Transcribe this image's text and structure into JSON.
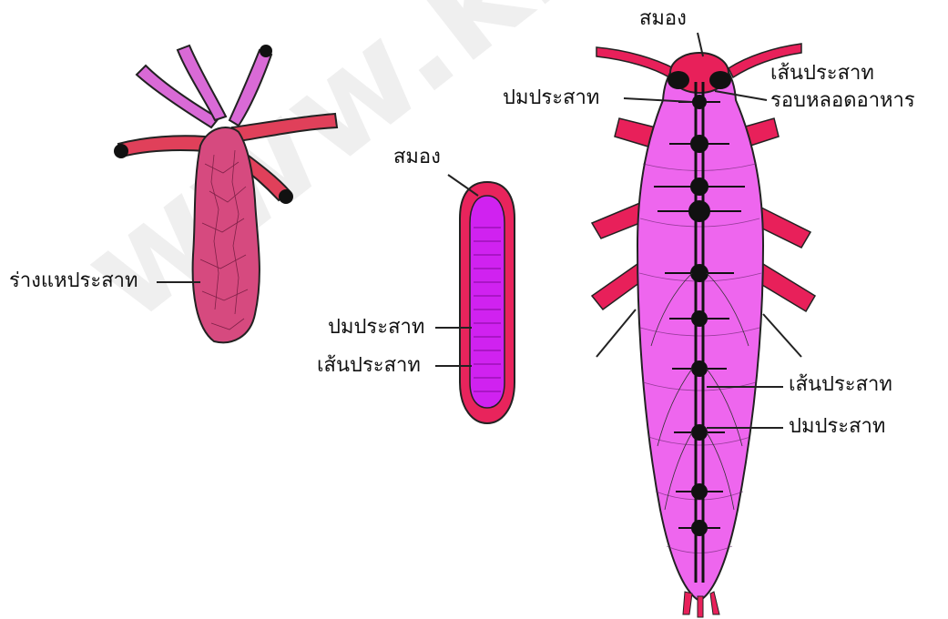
{
  "watermark": "www.krooban",
  "colors": {
    "hydra_body": "#d64a7f",
    "hydra_tentacle_pink": "#d96ad6",
    "hydra_tentacle_red": "#e0405a",
    "flatworm_outer": "#e8245c",
    "flatworm_inner": "#d022f0",
    "annelid_body": "#ee66ee",
    "annelid_limbs": "#e8205a",
    "nerve": "#111111"
  },
  "hydra": {
    "label_nerve_net": "ร่างแหประสาท"
  },
  "flatworm": {
    "label_brain": "สมอง",
    "label_ganglion": "ปมประสาท",
    "label_nerve": "เส้นประสาท"
  },
  "annelid": {
    "label_brain": "สมอง",
    "label_ganglion_top": "ปมประสาท",
    "label_nerve_ring_line1": "เส้นประสาท",
    "label_nerve_ring_line2": "รอบหลอดอาหาร",
    "label_nerve_cord": "เส้นประสาท",
    "label_ganglion_bottom": "ปมประสาท"
  }
}
